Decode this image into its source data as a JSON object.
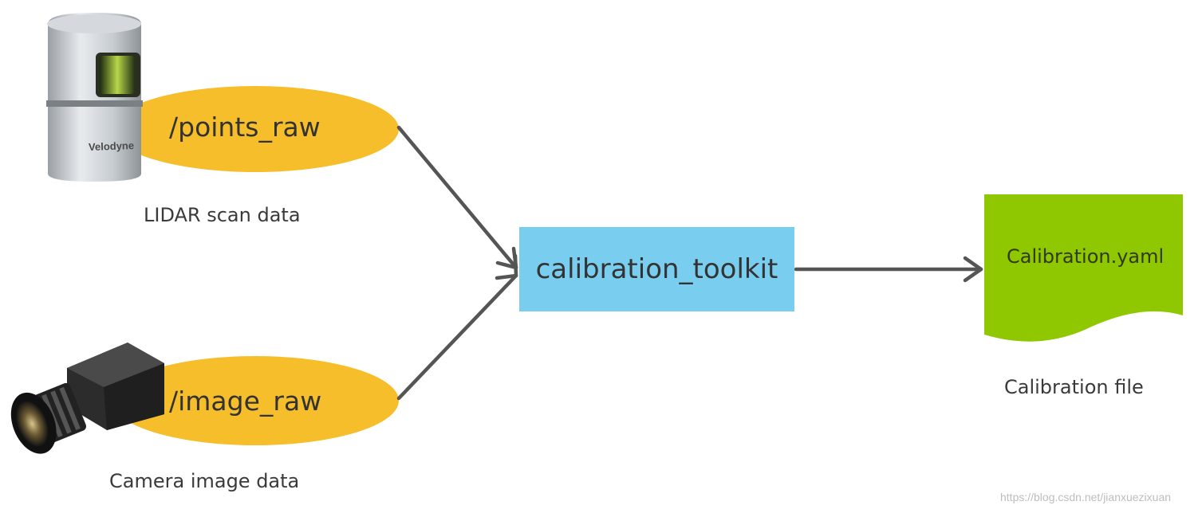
{
  "lidar": {
    "topic": "/points_raw",
    "caption": "LIDAR scan data",
    "brand": "Velodyne",
    "icon": "lidar-sensor-icon"
  },
  "camera": {
    "topic": "/image_raw",
    "caption": "Camera image data",
    "icon": "camera-icon"
  },
  "toolkit": {
    "label": "calibration_toolkit"
  },
  "output": {
    "file_name": "Calibration.yaml",
    "caption": "Calibration file",
    "icon": "document-icon"
  },
  "watermark": "https://blog.csdn.net/jianxuezixuan",
  "colors": {
    "topic_fill": "#f6be2a",
    "toolkit_fill": "#79cef0",
    "file_fill": "#8fc800",
    "arrow": "#555555"
  }
}
